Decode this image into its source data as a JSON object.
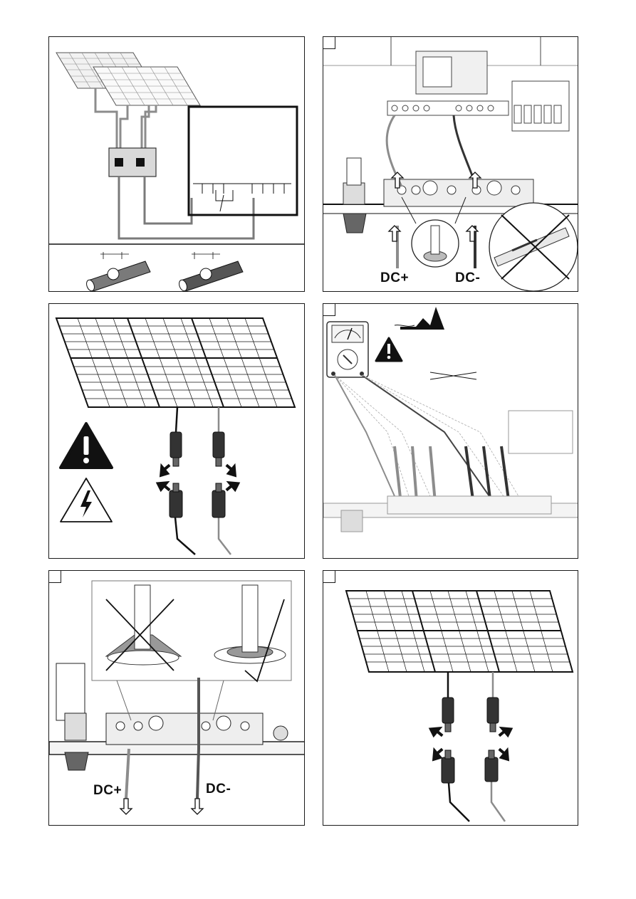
{
  "panels": {
    "p2": {
      "dc_plus": "DC+",
      "dc_minus": "DC-"
    },
    "p5": {
      "dc_plus": "DC+",
      "dc_minus": "DC-"
    }
  },
  "colors": {
    "line": "#1a1a1a",
    "gray_cable": "#8c8c8c",
    "dark_cable": "#3a3a3a",
    "frame_gray": "#bfbfbf"
  }
}
